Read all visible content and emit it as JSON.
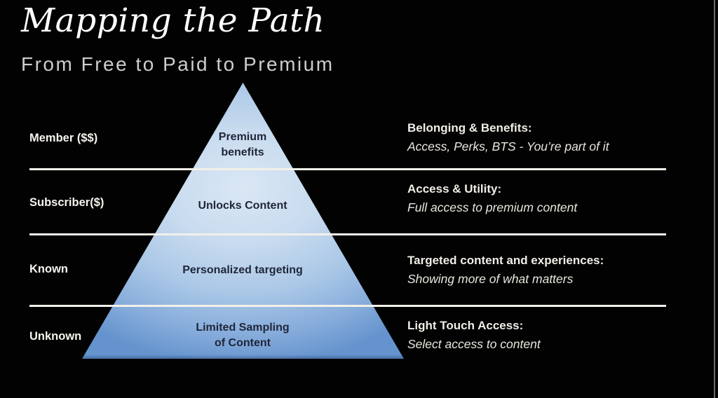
{
  "slide": {
    "title": "Mapping the Path",
    "subtitle": "From Free to Paid to Premium",
    "colors": {
      "background": "#000000",
      "title_text": "#ffffff",
      "subtitle_text": "#cdcdcd",
      "divider": "#f2f0ea",
      "pyramid_light": "#dae7f5",
      "pyramid_dark": "#6493cd",
      "pyramid_label_text": "#1f2638",
      "left_label_text": "#f7f4ee",
      "right_text": "#f1ede6"
    },
    "tiers": [
      {
        "left_label": "Member ($$)",
        "pyramid_label_lines": [
          "Premium",
          "benefits"
        ],
        "right_title": "Belonging & Benefits:",
        "right_desc": "Access, Perks, BTS - You’re part of it"
      },
      {
        "left_label": "Subscriber($)",
        "pyramid_label_lines": [
          "Unlocks Content"
        ],
        "right_title": "Access & Utility:",
        "right_desc": "Full access to premium content"
      },
      {
        "left_label": "Known",
        "pyramid_label_lines": [
          "Personalized targeting"
        ],
        "right_title": "Targeted content and experiences:",
        "right_desc": "Showing more of what matters"
      },
      {
        "left_label": "Unknown",
        "pyramid_label_lines": [
          "Limited Sampling",
          "of Content"
        ],
        "right_title": "Light Touch Access:",
        "right_desc": "Select access to content"
      }
    ]
  }
}
